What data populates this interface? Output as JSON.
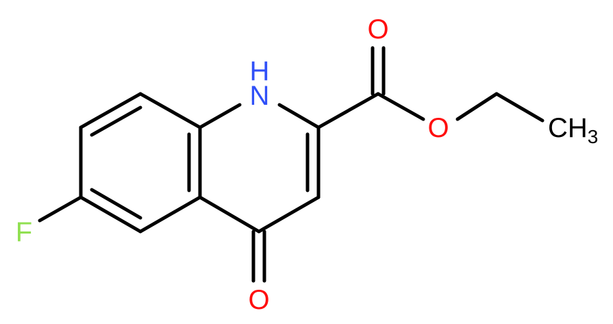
{
  "molecule": {
    "atoms": {
      "oxygen_top": {
        "label": "O",
        "color": "#ff0d0d"
      },
      "nitrogen_h": {
        "label": "H",
        "color": "#3050f8"
      },
      "nitrogen": {
        "label": "N",
        "color": "#3050f8"
      },
      "oxygen_ester": {
        "label": "O",
        "color": "#ff0d0d"
      },
      "methyl": {
        "label": "CH",
        "subscript": "3",
        "color": "#000000"
      },
      "fluorine": {
        "label": "F",
        "color": "#90e050"
      },
      "oxygen_keto": {
        "label": "O",
        "color": "#ff0d0d"
      }
    }
  }
}
